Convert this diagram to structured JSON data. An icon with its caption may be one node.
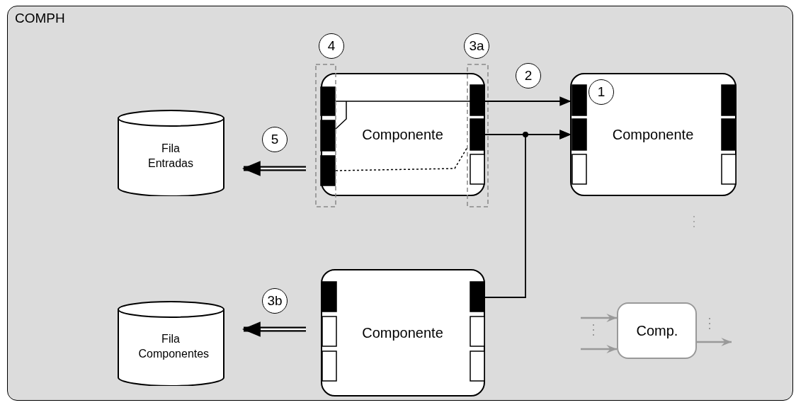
{
  "diagram": {
    "nodes": [
      {
        "text": [
          "COMPH"
        ]
      },
      {
        "text": [
          "Componente"
        ],
        "in": 0
      },
      {
        "text": [
          "Componente"
        ],
        "in": 0
      },
      {
        "text": [
          "Componente"
        ],
        "in": 0
      },
      {
        "text": [
          "Fila Entradas"
        ],
        "in": 0
      },
      {
        "text": [
          "Fila Componentes"
        ],
        "in": 0
      },
      {
        "text": [
          "Comp."
        ],
        "in": 0
      }
    ],
    "edges": [
      {
        "from": 1,
        "to": 2,
        "arrow": "to"
      },
      {
        "from": 1,
        "to": 2,
        "arrow": "to"
      },
      {
        "from": 3,
        "to": 2,
        "arrow": "to"
      },
      {
        "from": 1,
        "to": 4,
        "arrow": "to",
        "style": "thick"
      },
      {
        "from": 3,
        "to": 5,
        "arrow": "to",
        "style": "thick"
      },
      {
        "from": null,
        "to": 6,
        "arrow": "to",
        "color": "#999999"
      },
      {
        "from": null,
        "to": 6,
        "arrow": "to",
        "color": "#999999"
      },
      {
        "from": 6,
        "to": null,
        "arrow": "to",
        "color": "#999999"
      }
    ],
    "labels": [
      "4",
      "3a",
      "2",
      "1",
      "5",
      "3b"
    ]
  }
}
